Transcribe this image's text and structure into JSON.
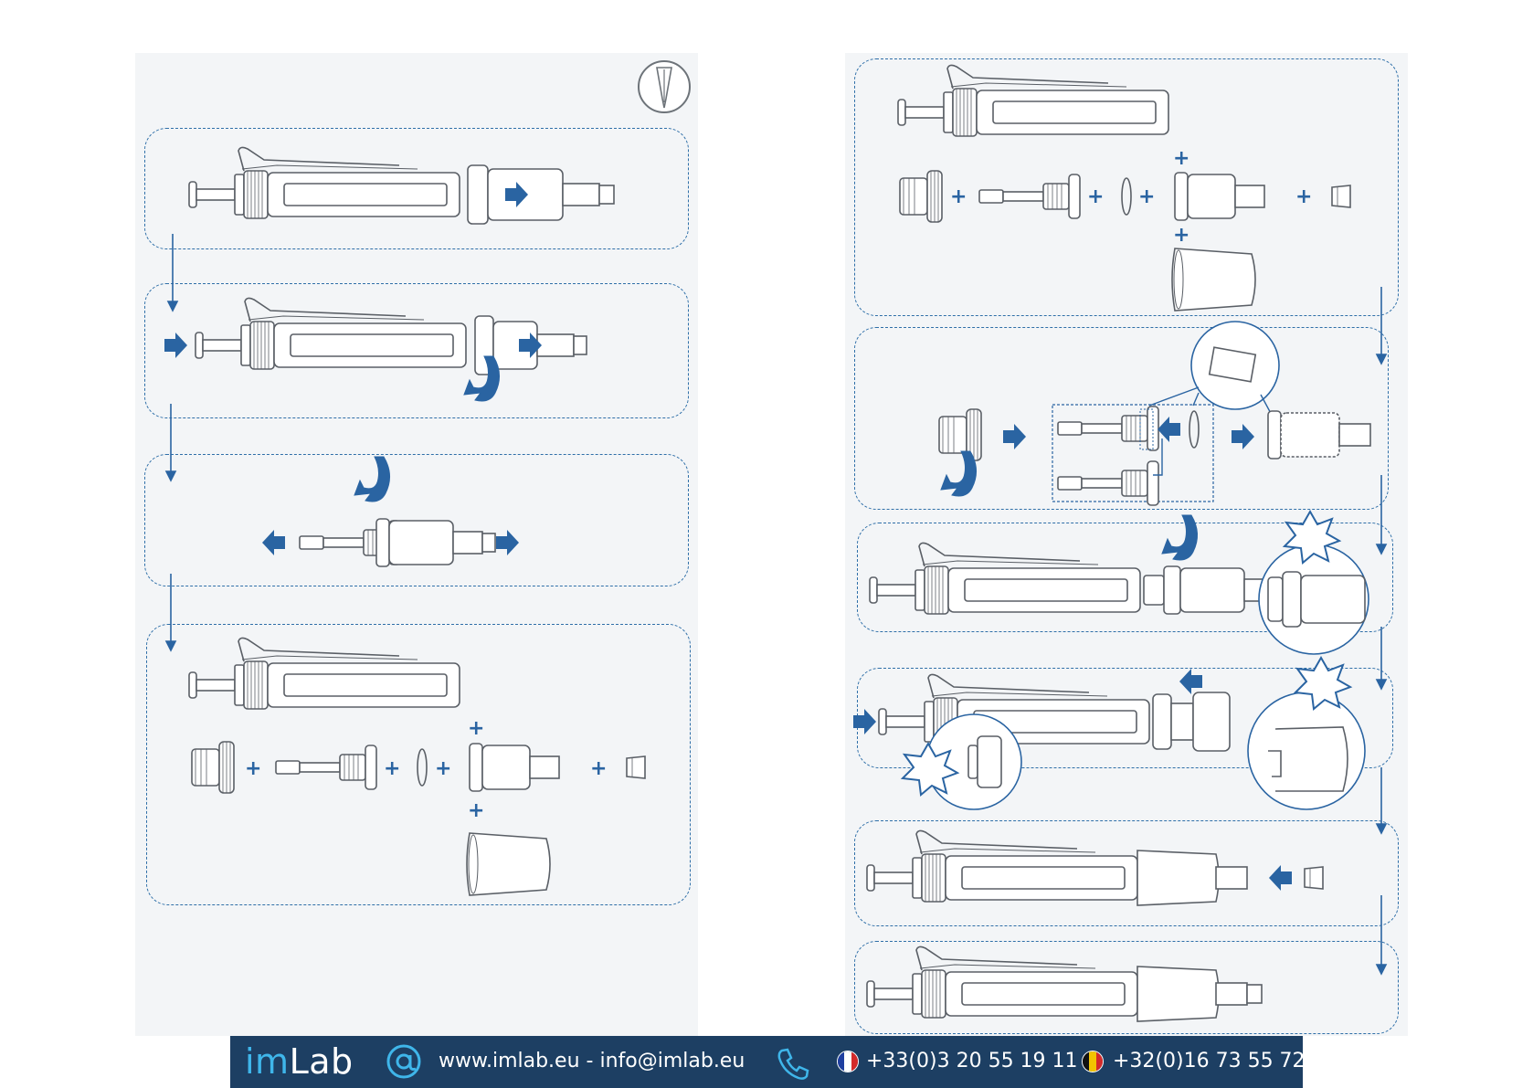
{
  "footer": {
    "brand_prefix": "im",
    "brand_suffix": "Lab",
    "contact": "www.imlab.eu - info@imlab.eu",
    "phone_fr": "+33(0)3 20 55 19 11",
    "phone_be": "+32(0)16 73 55 72"
  },
  "icons": {
    "pipette_tip": "pipette-tip-icon",
    "at": "at-icon",
    "phone": "phone-icon",
    "flag_fr": "flag-france-icon",
    "flag_be": "flag-belgium-icon"
  },
  "colors": {
    "accent": "#2a64a2",
    "footer_bg": "#1d3f63",
    "brand_light": "#3fb6ea",
    "panel_bg": "#f3f5f7",
    "line": "#5a5f66"
  }
}
